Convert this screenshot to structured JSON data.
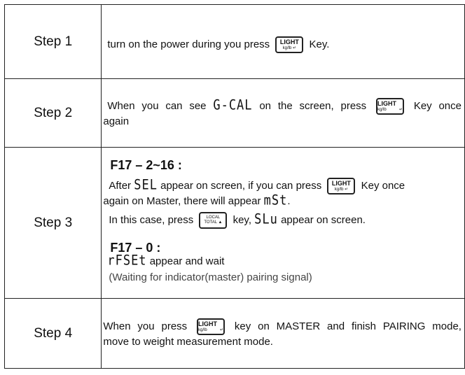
{
  "steps": [
    {
      "label": "Step 1",
      "text_a": "turn on the power during you press",
      "key": {
        "top": "LIGHT",
        "sub": "kg/lb ↵"
      },
      "text_b": "Key."
    },
    {
      "label": "Step 2",
      "text_a": "When you can see",
      "display": "G-CAL",
      "text_b": "on the screen, press",
      "key": {
        "top": "LIGHT",
        "sub": "kg/lb ↵"
      },
      "text_c": "Key once",
      "text_d": "again"
    },
    {
      "label": "Step 3",
      "heading1": "F17 – 2~16 :",
      "line1_a": "After",
      "display_sel": "SEL",
      "line1_b": "appear on screen, if you can press",
      "key1": {
        "top": "LIGHT",
        "sub": "kg/lb ↵"
      },
      "line1_c": "Key once",
      "line2_a": "again on Master, there will appear",
      "display_mst": "mSt",
      "line2_b": ".",
      "line3_a": "In this case, press",
      "key2": {
        "top": "LOCAL",
        "sub": "TOTAL ▲"
      },
      "line3_b": "key,",
      "display_slu": "SLu",
      "line3_c": "appear on screen.",
      "heading2": "F17 – 0 :",
      "display_rfset": "rFSEt",
      "line4": "appear and wait",
      "line5": "(Waiting for indicator(master) pairing signal)"
    },
    {
      "label": "Step 4",
      "text_a": "When you press",
      "key": {
        "top": "LIGHT",
        "sub": "kg/lb ↵"
      },
      "text_b": "key on MASTER and finish PAIRING mode,",
      "text_c": "move to weight measurement mode."
    }
  ]
}
